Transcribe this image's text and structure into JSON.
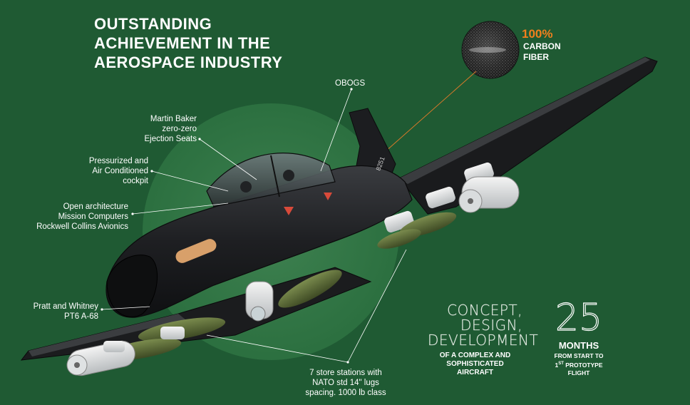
{
  "headline": {
    "line1": "OUTSTANDING",
    "line2": "ACHIEVEMENT IN THE",
    "line3": "AEROSPACE INDUSTRY"
  },
  "carbon_fiber": {
    "percent": "100%",
    "line1": "CARBON",
    "line2": "FIBER"
  },
  "callouts": {
    "obogs": "OBOGS",
    "ejection": [
      "Martin Baker",
      "zero-zero",
      "Ejection Seats"
    ],
    "cockpit": [
      "Pressurized and",
      "Air Conditioned",
      "cockpit"
    ],
    "mission": [
      "Open architecture",
      "Mission Computers",
      "Rockwell Collins Avionics"
    ],
    "engine": [
      "Pratt and Whitney",
      "PT6 A-68"
    ],
    "stores": [
      "7 store stations with",
      "NATO std 14\" lugs",
      "spacing. 1000 lb class"
    ]
  },
  "concept": {
    "line1": "CONCEPT,",
    "line2": "DESIGN,",
    "line3": "DEVELOPMENT",
    "sub1": "OF A COMPLEX AND",
    "sub2": "SOPHISTICATED",
    "sub3": "AIRCRAFT"
  },
  "months": {
    "number": "25",
    "word": "MONTHS",
    "sub1": "FROM START TO",
    "sub2_pre": "1",
    "sub2_sup": "ST",
    "sub2_post": " PROTOTYPE",
    "sub3": "FLIGHT"
  },
  "aircraft": {
    "tail_code": "8251"
  },
  "colors": {
    "background": "#1f5a33",
    "accent_orange": "#f07f1d",
    "aircraft_body": "#1b1c1e"
  }
}
